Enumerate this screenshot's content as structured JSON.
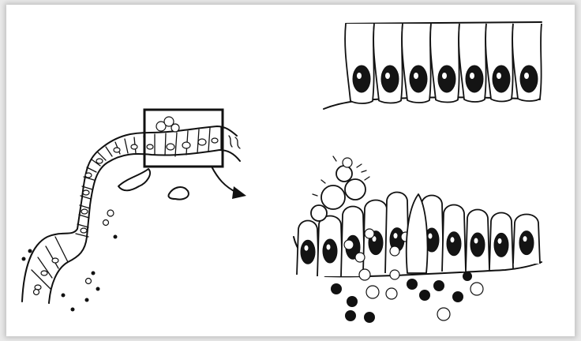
{
  "figure": {
    "panels": [
      {
        "id": "overview",
        "description_icon": "invaginating-epithelium-drawing"
      },
      {
        "id": "normal-epithelium",
        "description_icon": "columnar-epithelium-drawing"
      },
      {
        "id": "inflamed-epithelium",
        "description_icon": "inflamed-epithelium-drawing"
      }
    ],
    "colors": {
      "ink": "#111111",
      "paper": "#ffffff",
      "frame": "#e9e9e9"
    }
  }
}
